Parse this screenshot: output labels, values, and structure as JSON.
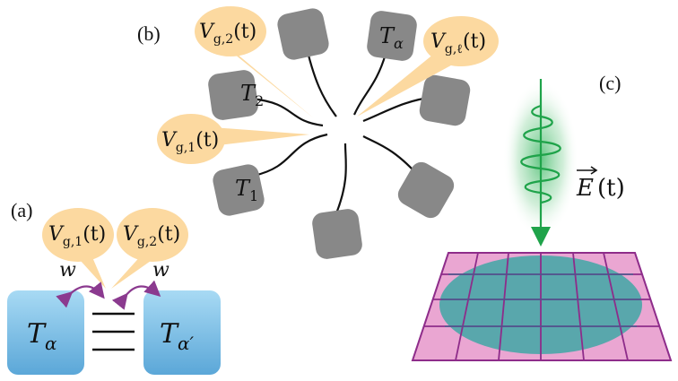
{
  "panel_labels": {
    "a": "(a)",
    "b": "(b)",
    "c": "(c)"
  },
  "panel_a": {
    "bubble_left": {
      "symbol": "V",
      "sub": "g,1",
      "arg": "(t)"
    },
    "bubble_right": {
      "symbol": "V",
      "sub": "g,2",
      "arg": "(t)"
    },
    "coupling_left": "w",
    "coupling_right": "w",
    "lead_left": {
      "symbol": "T",
      "sub": "α"
    },
    "lead_right": {
      "symbol": "T",
      "sub": "α′"
    },
    "dot_levels": 3
  },
  "panel_b": {
    "leads": [
      {
        "symbol": "T",
        "sub": "1"
      },
      {
        "symbol": "T",
        "sub": "2"
      },
      {
        "symbol": "T",
        "sub": "α"
      }
    ],
    "bubbles": [
      {
        "symbol": "V",
        "sub": "g,1",
        "arg": "(t)"
      },
      {
        "symbol": "V",
        "sub": "g,2",
        "arg": "(t)"
      },
      {
        "symbol": "V",
        "sub": "g,ℓ",
        "arg": "(t)"
      }
    ]
  },
  "panel_c": {
    "field_label": {
      "symbol": "E",
      "arg": "(t)"
    }
  },
  "colors": {
    "bubble": "#fcd9a0",
    "lead_gray": "#8a8a8a",
    "lead_blue_top": "#9fd5f2",
    "lead_blue_bottom": "#5aa8da",
    "arrow_purple": "#8b3a8f",
    "pulse_green": "#1fa34a",
    "grid_pink": "#e8a3cf",
    "grid_line": "#8e2c8a",
    "ellipse_teal": "#3fa7a6"
  }
}
